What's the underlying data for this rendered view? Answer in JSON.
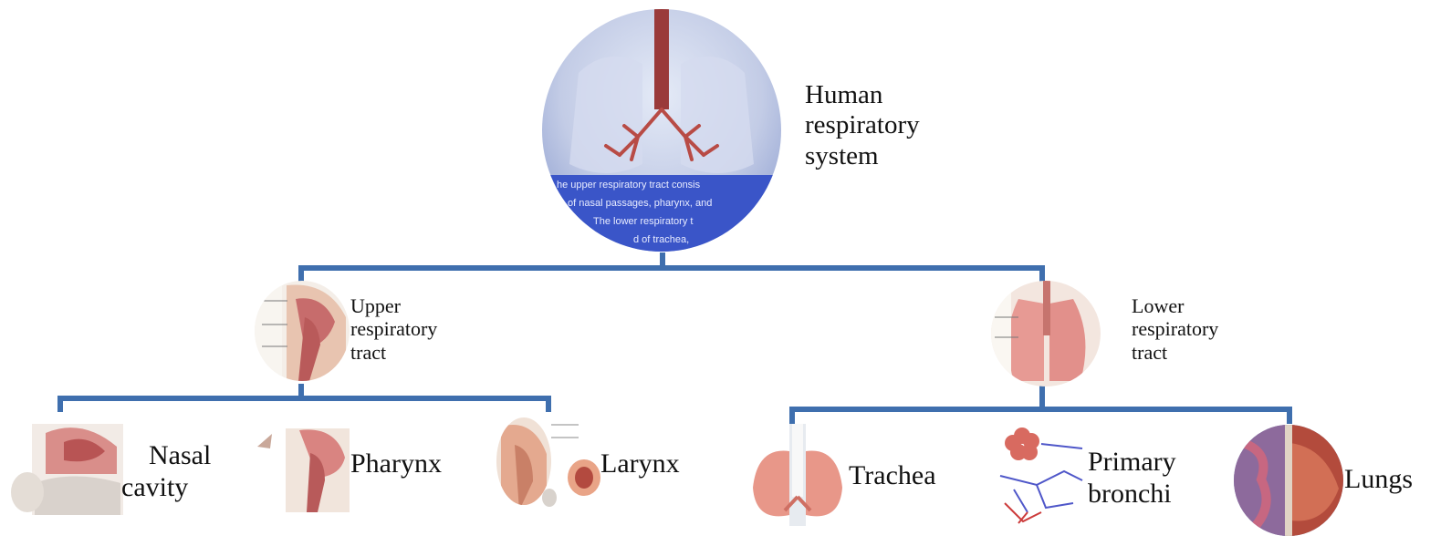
{
  "diagram": {
    "accent_color": "#3f6fae",
    "root": {
      "label_lines": [
        "Human",
        "respiratory",
        "system"
      ],
      "image_icon": "lungs-circle-icon",
      "caption_lines": [
        "he upper respiratory tract consis",
        "of nasal passages, pharynx, and",
        "The lower respiratory t",
        "d of trachea,"
      ]
    },
    "upper": {
      "label_lines": [
        "Upper",
        "respiratory",
        "tract"
      ],
      "image_icon": "head-cross-section-icon",
      "children": [
        {
          "label_lines": [
            "Nasal",
            "cavity"
          ],
          "image_icon": "nasal-cavity-icon"
        },
        {
          "label_lines": [
            "Pharynx"
          ],
          "image_icon": "pharynx-icon"
        },
        {
          "label_lines": [
            "Larynx"
          ],
          "image_icon": "larynx-icon"
        }
      ]
    },
    "lower": {
      "label_lines": [
        "Lower",
        "respiratory",
        "tract"
      ],
      "image_icon": "chest-lungs-icon",
      "children": [
        {
          "label_lines": [
            "Trachea"
          ],
          "image_icon": "trachea-icon"
        },
        {
          "label_lines": [
            "Primary",
            "bronchi"
          ],
          "image_icon": "bronchi-icon"
        },
        {
          "label_lines": [
            "Lungs"
          ],
          "image_icon": "lungs-icon"
        }
      ]
    }
  }
}
